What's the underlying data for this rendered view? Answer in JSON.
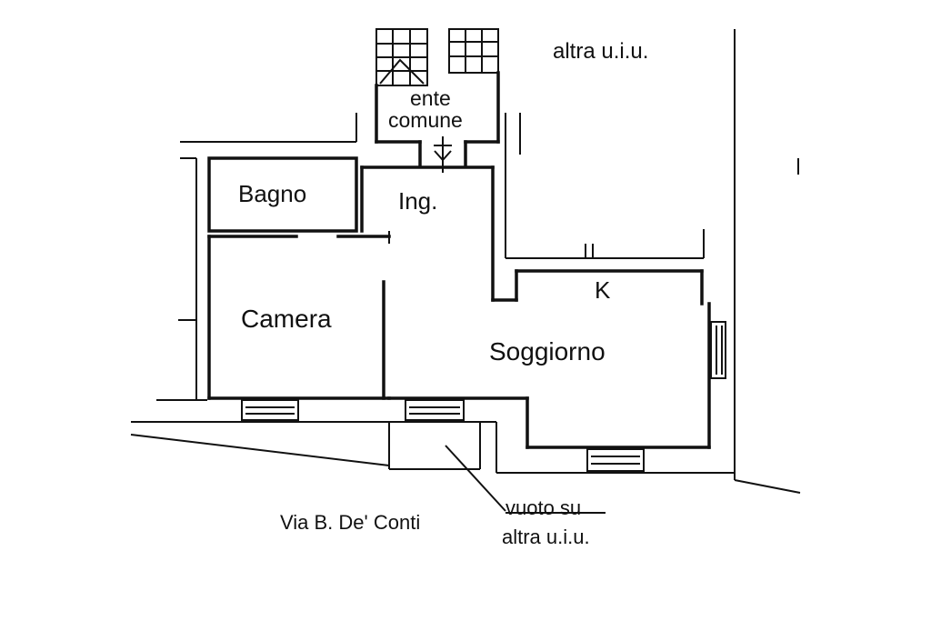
{
  "labels": {
    "altra_uiu_top": "altra u.i.u.",
    "ente": "ente",
    "comune": "comune",
    "bagno": "Bagno",
    "ing": "Ing.",
    "k": "K",
    "camera": "Camera",
    "soggiorno": "Soggiorno",
    "street": "Via B. De' Conti",
    "vuoto_su": "vuoto su",
    "altra_uiu_bottom": "altra u.i.u."
  }
}
